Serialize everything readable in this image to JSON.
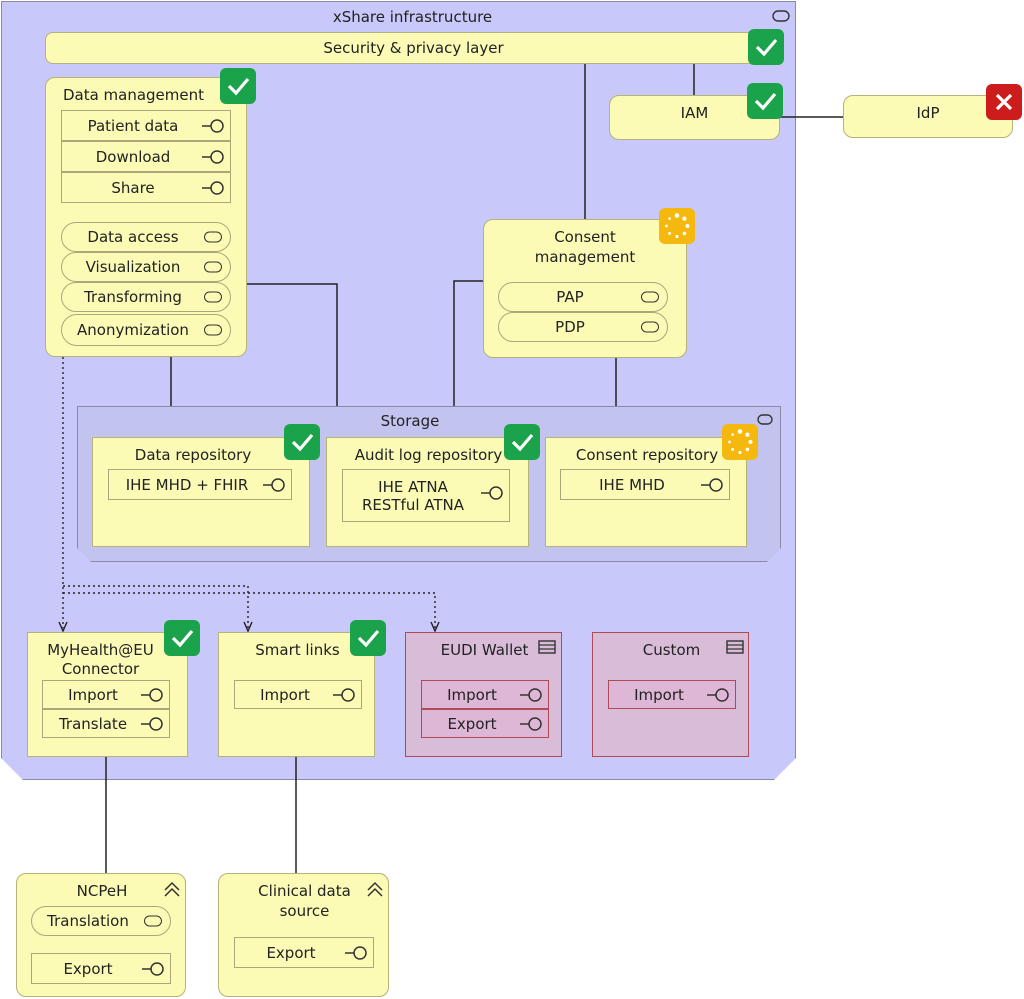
{
  "infra": {
    "title": "xShare infrastructure"
  },
  "security": {
    "label": "Security & privacy layer"
  },
  "iam": {
    "label": "IAM"
  },
  "idp": {
    "label": "IdP"
  },
  "data_mgmt": {
    "title": "Data management",
    "interfaces": [
      "Patient data",
      "Download",
      "Share"
    ],
    "services": [
      "Data access",
      "Visualization",
      "Transforming",
      "Anonymization"
    ]
  },
  "consent": {
    "title_line1": "Consent",
    "title_line2": "management",
    "services": [
      "PAP",
      "PDP"
    ]
  },
  "storage": {
    "title": "Storage",
    "data_repo": {
      "title": "Data repository",
      "iface": "IHE MHD + FHIR"
    },
    "audit_repo": {
      "title": "Audit log repository",
      "iface_line1": "IHE ATNA",
      "iface_line2": "RESTful ATNA"
    },
    "consent_repo": {
      "title": "Consent repository",
      "iface": "IHE MHD"
    }
  },
  "myhealth": {
    "title_line1": "MyHealth@EU",
    "title_line2": "Connector",
    "interfaces": [
      "Import",
      "Translate"
    ]
  },
  "smartlinks": {
    "title": "Smart links",
    "interfaces": [
      "Import"
    ]
  },
  "eudi": {
    "title": "EUDI Wallet",
    "interfaces": [
      "Import",
      "Export"
    ]
  },
  "custom": {
    "title": "Custom",
    "interfaces": [
      "Import"
    ]
  },
  "ncpeh": {
    "title": "NCPeH",
    "service": "Translation",
    "iface": "Export"
  },
  "clinical": {
    "title_line1": "Clinical data",
    "title_line2": "source",
    "iface": "Export"
  },
  "colors": {
    "ok": "#1aa34a",
    "error": "#cc1c1c",
    "pending": "#f4b80f",
    "infra_bg": "#c8c8fa",
    "node_bg": "#fbfbb6",
    "pink_bg": "#d8bcd8"
  },
  "icons": {
    "status_ok": "check-icon",
    "status_error": "cross-icon",
    "status_pending": "spinner-icon"
  }
}
